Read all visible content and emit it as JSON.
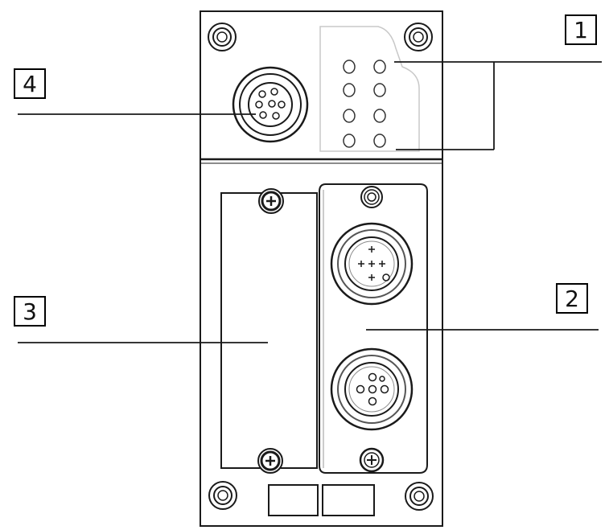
{
  "callouts": [
    {
      "id": "1",
      "label": "1"
    },
    {
      "id": "2",
      "label": "2"
    },
    {
      "id": "3",
      "label": "3"
    },
    {
      "id": "4",
      "label": "4"
    }
  ],
  "colors": {
    "line": "#1a1a1a",
    "fill": "#ffffff",
    "light": "#d8d8d8",
    "gray": "#9a9a9a"
  }
}
